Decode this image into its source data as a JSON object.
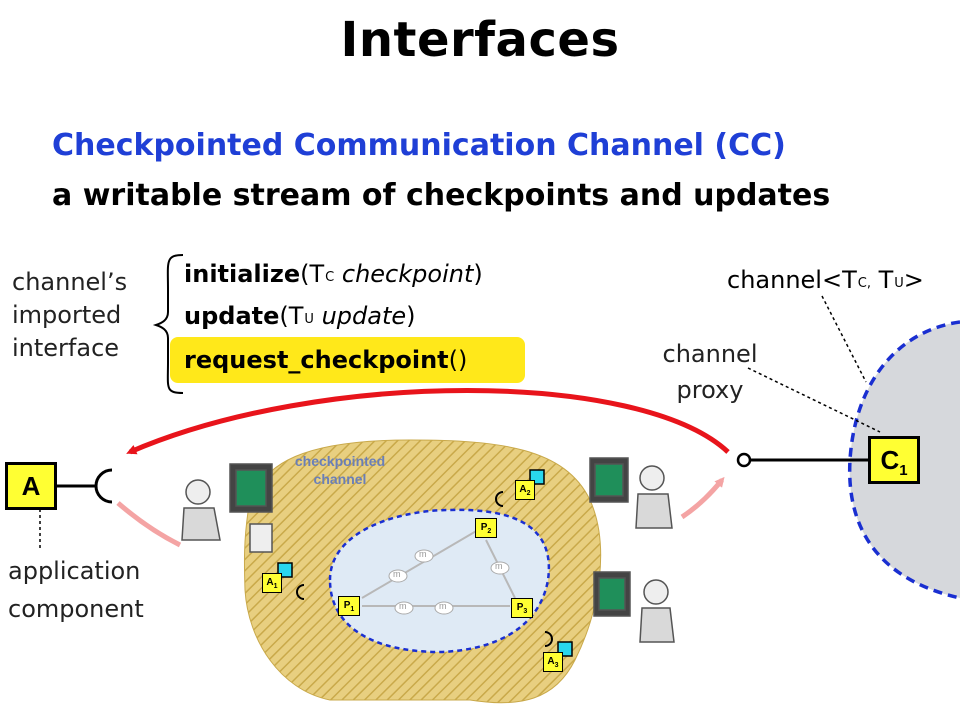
{
  "title": "Interfaces",
  "subtitle_blue": "Checkpointed Communication Channel (CC)",
  "subtitle_black": "a writable stream of checkpoints and updates",
  "imported_interface_label": [
    "channel’s",
    "imported",
    "interface"
  ],
  "api": [
    {
      "name": "initialize",
      "open": "(T",
      "sub": "C",
      "param": " checkpoint",
      "close": ")"
    },
    {
      "name": "update",
      "open": "(T",
      "sub": "U",
      "param": " update",
      "close": ")"
    },
    {
      "name": "request_checkpoint",
      "open": "()",
      "sub": "",
      "param": "",
      "close": ""
    }
  ],
  "channel_type": {
    "prefix": "channel<T",
    "sub1": "C,",
    "mid": " T",
    "sub2": "U",
    "suffix": ">"
  },
  "channel_proxy_label": [
    "channel",
    "proxy"
  ],
  "component_box": "A",
  "proxy_box": {
    "main": "C",
    "sub": "1"
  },
  "application_component_label": [
    "application",
    "component"
  ],
  "inner_channel_label": [
    "checkpointed",
    "channel"
  ],
  "inner_nodes": {
    "a1": {
      "main": "A",
      "sub": "1"
    },
    "a2": {
      "main": "A",
      "sub": "2"
    },
    "a3": {
      "main": "A",
      "sub": "3"
    },
    "p1": {
      "main": "P",
      "sub": "1"
    },
    "p2": {
      "main": "P",
      "sub": "2"
    },
    "p3": {
      "main": "P",
      "sub": "3"
    },
    "message": "m"
  },
  "colors": {
    "red_arrow": "#e8141b",
    "pink_arrow": "#f4a4a4",
    "highlight": "#ffe81a",
    "box_fill": "#ffff33",
    "blue_dashed": "#1a2fd1",
    "region_gray": "#d6d8dc",
    "hatch_tan": "#e2c46a",
    "inner_blue": "#dfeaf5",
    "cyan_square": "#29d7ee"
  }
}
